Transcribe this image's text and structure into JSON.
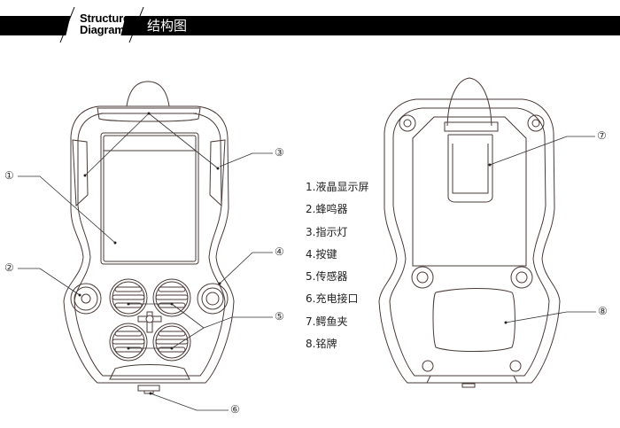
{
  "header": {
    "title_en_line1": "Structure",
    "title_en_line2": "Diagram",
    "title_cn": "结构图"
  },
  "legend": {
    "items": [
      {
        "label": "1.液晶显示屏"
      },
      {
        "label": "2.蜂鸣器"
      },
      {
        "label": "3.指示灯"
      },
      {
        "label": "4.按键"
      },
      {
        "label": "5.传感器"
      },
      {
        "label": "6.充电接口"
      },
      {
        "label": "7.鳄鱼夹"
      },
      {
        "label": "8.铭牌"
      }
    ]
  },
  "callouts": {
    "front": [
      "①",
      "②",
      "③",
      "④",
      "⑤",
      "⑥"
    ],
    "back": [
      "⑦",
      "⑧"
    ]
  },
  "colors": {
    "band": "#000000",
    "line": "#4a3a36",
    "leader": "#333333"
  }
}
